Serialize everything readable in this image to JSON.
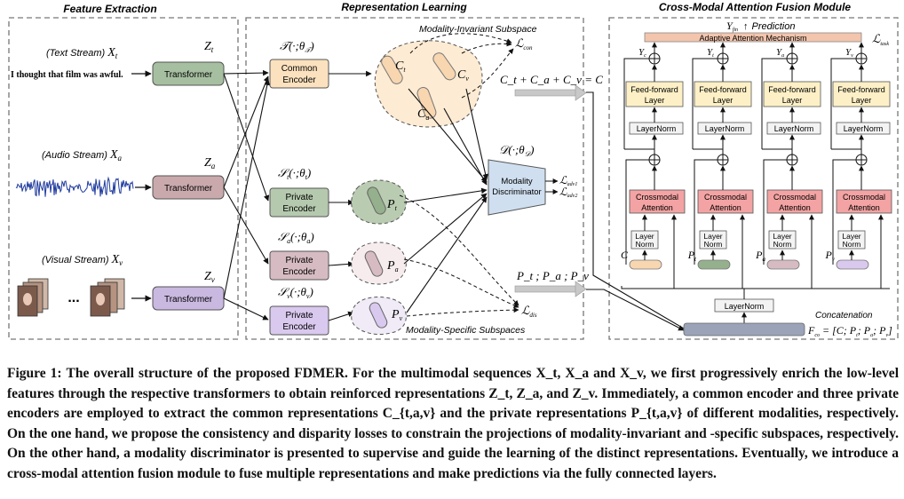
{
  "sections": {
    "feature_extraction": "Feature Extraction",
    "representation_learning": "Representation Learning",
    "fusion_module": "Cross-Modal Attention Fusion Module"
  },
  "streams": {
    "text": {
      "label": "(Text Stream)",
      "symbol": "X",
      "sub": "t",
      "sentence": "I thought that film was awful."
    },
    "audio": {
      "label": "(Audio Stream)",
      "symbol": "X",
      "sub": "a"
    },
    "visual": {
      "label": "(Visual Stream)",
      "symbol": "X",
      "sub": "v",
      "ellipsis": "..."
    }
  },
  "transformer_label": "Transformer",
  "z_labels": {
    "t": "Z",
    "t_sub": "t",
    "a": "Z",
    "a_sub": "a",
    "v": "Z",
    "v_sub": "v"
  },
  "encoders": {
    "common": {
      "line1": "Common",
      "line2": "Encoder",
      "func": "𝒯(·;θ",
      "func_sub": "𝒯",
      "func_end": ")"
    },
    "private_t": {
      "line1": "Private",
      "line2": "Encoder",
      "func": "𝒮",
      "func_sub": "t",
      "func_rest": "(·;θ",
      "theta_sub": "t",
      "func_end": ")"
    },
    "private_a": {
      "line1": "Private",
      "line2": "Encoder",
      "func": "𝒮",
      "func_sub": "a",
      "func_rest": "(·;θ",
      "theta_sub": "a",
      "func_end": ")"
    },
    "private_v": {
      "line1": "Private",
      "line2": "Encoder",
      "func": "𝒮",
      "func_sub": "v",
      "func_rest": "(·;θ",
      "theta_sub": "v",
      "func_end": ")"
    }
  },
  "subspaces": {
    "invariant": "Modality-Invariant Subspace",
    "specific": "Modality-Specific Subspaces"
  },
  "common_reps": {
    "ct": "C",
    "ct_sub": "t",
    "ca": "C",
    "ca_sub": "a",
    "cv": "C",
    "cv_sub": "v"
  },
  "private_reps": {
    "pt": "P",
    "pt_sub": "t",
    "pa": "P",
    "pa_sub": "a",
    "pv": "P",
    "pv_sub": "v"
  },
  "losses": {
    "con": "ℒ",
    "con_sub": "con",
    "dis": "ℒ",
    "dis_sub": "dis",
    "adv1": "ℒ",
    "adv1_sub": "adv1",
    "adv2": "ℒ",
    "adv2_sub": "adv2",
    "task": "ℒ",
    "task_sub": "task"
  },
  "sum_equation": "C_t + C_a + C_v = C",
  "private_tuple": "P_t ; P_a ; P_v",
  "discriminator": {
    "line1": "Modality",
    "line2": "Discriminator",
    "func": "𝒟(·;θ",
    "func_sub": "𝒟",
    "func_end": ")"
  },
  "fusion": {
    "prediction": "Prediction",
    "y_fin": "Y",
    "y_fin_sub": "fin",
    "adaptive_attention": "Adaptive Attention Mechanism",
    "ffn_line1": "Feed-forward",
    "ffn_line2": "Layer",
    "layernorm": "LayerNorm",
    "crossmodal_line1": "Crossmodal",
    "crossmodal_line2": "Attention",
    "layer_norm_line1": "Layer",
    "layer_norm_line2": "Norm",
    "column_inputs": [
      "C",
      "P",
      "P",
      "P"
    ],
    "column_input_subs": [
      "",
      "t",
      "a",
      "v"
    ],
    "column_outputs": [
      "Y",
      "Y",
      "Y",
      "Y"
    ],
    "column_output_subs": [
      "c",
      "t",
      "a",
      "v"
    ],
    "bottom_layernorm": "LayerNorm",
    "concatenation": "Concatenation",
    "f_equation": "F",
    "f_sub": "co",
    "f_rhs": " = [C; P",
    "f_rhs_t": "t",
    "f_rhs_mid": "; P",
    "f_rhs_a": "a",
    "f_rhs_mid2": "; P",
    "f_rhs_v": "v",
    "f_rhs_end": "]"
  },
  "caption": {
    "figure": "Figure 1:",
    "text": "The overall structure of the proposed FDMER. For the multimodal sequences X_t, X_a and X_v, we first progressively enrich the low-level features through the respective transformers to obtain reinforced representations Z_t, Z_a, and Z_v. Immediately, a common encoder and three private encoders are employed to extract the common representations C_{t,a,v} and the private representations P_{t,a,v} of different modalities, respectively. On the one hand, we propose the consistency and disparity losses to constrain the projections of modality-invariant and -specific subspaces, respectively. On the other hand, a modality discriminator is presented to supervise and guide the learning of the distinct representations. Eventually, we introduce a cross-modal attention fusion module to fuse multiple representations and make predictions via the fully connected layers."
  },
  "colors": {
    "transformer": "#a6bfa0",
    "transformer_audio": "#c9a9ac",
    "transformer_visual": "#c9b8e0",
    "common_encoder": "#fbe1be",
    "private_t": "#b5c9ae",
    "private_a": "#d6bcc2",
    "private_v": "#d9c9ee",
    "discriminator": "#cfdff0",
    "ffn": "#fdf0c6",
    "crossmodal": "#f3a3a3",
    "adaptive": "#f3c5ad",
    "concat_bar": "#9aa3b8"
  }
}
